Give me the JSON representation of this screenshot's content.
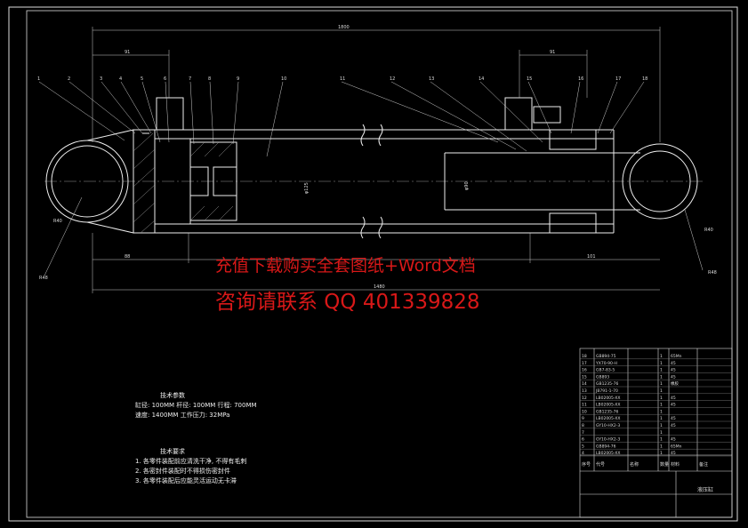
{
  "watermark": {
    "line1": "充值下载购买全套图纸+Word文档",
    "line2": "咨询请联系 QQ 401339828"
  },
  "technical_params": {
    "title": "技术参数",
    "line1": "缸径: 100MM  杆径: 100MM  行程: 700MM",
    "line2": "速度: 1400MM  工作压力: 32MPa"
  },
  "technical_requirements": {
    "title": "技术要求",
    "items": [
      "1. 各零件装配前应清洗干净, 不得有毛刺",
      "2. 各密封件装配时不得损伤密封件",
      "3. 各零件装配后应能灵活运动无卡滞"
    ]
  },
  "balloons": [
    "1",
    "2",
    "3",
    "4",
    "5",
    "6",
    "7",
    "8",
    "9",
    "10",
    "11",
    "12",
    "13",
    "14",
    "15",
    "16",
    "17",
    "18"
  ],
  "dimensions": {
    "overall": "1800",
    "left_end": "91",
    "right_end": "91",
    "bottom_left": "88",
    "bottom_mid": "1480",
    "bottom_right": "101",
    "r_left_top": "R40",
    "r_left_bot": "R48",
    "r_right_top": "R40",
    "r_right_bot": "R48",
    "bore": "φ125",
    "rod": "φ90"
  },
  "parts_list": {
    "rows": [
      [
        "18",
        "GB894-75",
        "",
        "1",
        "65Mn",
        ""
      ],
      [
        "17",
        "YX70-90-H",
        "",
        "1",
        "45",
        ""
      ],
      [
        "16",
        "GB7-83-5",
        "",
        "1",
        "45",
        ""
      ],
      [
        "15",
        "GB893",
        "",
        "1",
        "45",
        ""
      ],
      [
        "14",
        "GB1235-76",
        "",
        "1",
        "橡胶",
        ""
      ],
      [
        "13",
        "JB791-1-70",
        "",
        "1",
        "",
        ""
      ],
      [
        "12",
        "LB02005-XX",
        "",
        "1",
        "45",
        ""
      ],
      [
        "11",
        "LB02005-XX",
        "",
        "1",
        "45",
        ""
      ],
      [
        "10",
        "GB1235-76",
        "",
        "1",
        "",
        ""
      ],
      [
        "9",
        "LB02005-XX",
        "",
        "1",
        "45",
        ""
      ],
      [
        "8",
        "GY10-HX2-3",
        "",
        "1",
        "45",
        ""
      ],
      [
        "7",
        "",
        "",
        "1",
        "",
        ""
      ],
      [
        "6",
        "GY10-HX2-3",
        "",
        "1",
        "45",
        ""
      ],
      [
        "5",
        "GB894-76",
        "",
        "1",
        "65Mn",
        ""
      ],
      [
        "4",
        "LB02005-XX",
        "",
        "1",
        "45",
        ""
      ]
    ],
    "header": [
      "序号",
      "代号",
      "名称",
      "数量",
      "材料",
      "备注"
    ],
    "title": "液压缸",
    "company": ""
  }
}
